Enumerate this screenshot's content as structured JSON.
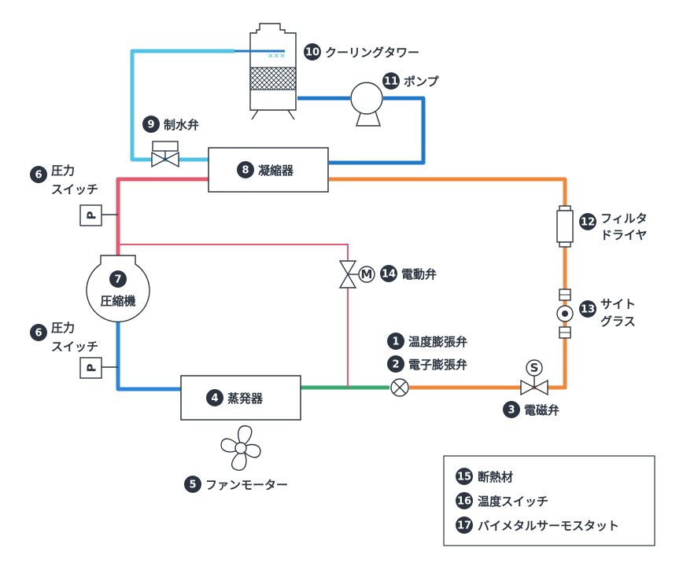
{
  "colors": {
    "cooling_water_cold": "#4fc3e6",
    "cooling_water_warm": "#1f78c8",
    "hot_gas": "#e55a6e",
    "liquid": "#f0883a",
    "suction": "#2a86dc",
    "two_phase": "#3aa870",
    "badge": "#2b3440",
    "stroke": "#2b3440"
  },
  "components": [
    {
      "id": "c1",
      "num": "1",
      "label": "温度膨張弁"
    },
    {
      "id": "c2",
      "num": "2",
      "label": "電子膨張弁"
    },
    {
      "id": "c3",
      "num": "3",
      "label": "電磁弁"
    },
    {
      "id": "c4",
      "num": "4",
      "label": "蒸発器"
    },
    {
      "id": "c5",
      "num": "5",
      "label": "ファンモーター"
    },
    {
      "id": "c6a",
      "num": "6",
      "label_line1": "圧力",
      "label_line2": "スイッチ"
    },
    {
      "id": "c6b",
      "num": "6",
      "label_line1": "圧力",
      "label_line2": "スイッチ"
    },
    {
      "id": "c7",
      "num": "7",
      "label": "圧縮機"
    },
    {
      "id": "c8",
      "num": "8",
      "label": "凝縮器"
    },
    {
      "id": "c9",
      "num": "9",
      "label": "制水弁"
    },
    {
      "id": "c10",
      "num": "10",
      "label": "クーリングタワー"
    },
    {
      "id": "c11",
      "num": "11",
      "label": "ポンプ"
    },
    {
      "id": "c12",
      "num": "12",
      "label_line1": "フィルタ",
      "label_line2": "ドライヤ"
    },
    {
      "id": "c13",
      "num": "13",
      "label_line1": "サイト",
      "label_line2": "グラス"
    },
    {
      "id": "c14",
      "num": "14",
      "label": "電動弁"
    }
  ],
  "symbols": {
    "pressure": "P",
    "solenoid": "S",
    "motor": "M"
  },
  "legend": [
    {
      "num": "15",
      "label": "断熱材"
    },
    {
      "num": "16",
      "label": "温度スイッチ"
    },
    {
      "num": "17",
      "label": "バイメタルサーモスタット"
    }
  ]
}
